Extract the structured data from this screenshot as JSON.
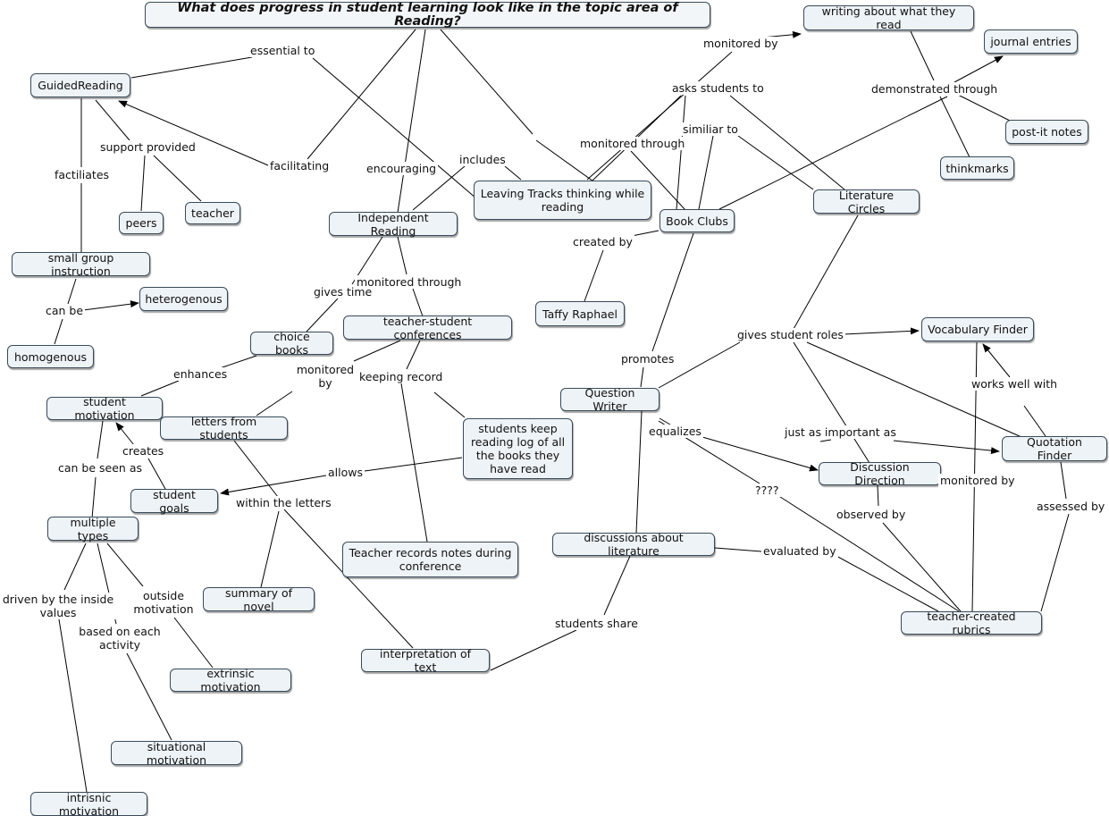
{
  "nodes": {
    "title": "What does progress in student learning look like in the topic area of Reading?",
    "guided_reading": "GuidedReading",
    "peers": "peers",
    "teacher": "teacher",
    "small_group": "small group instruction",
    "heterogenous": "heterogenous",
    "homogenous": "homogenous",
    "independent_reading": "Independent Reading",
    "choice_books": "choice books",
    "conferences": "teacher-student conferences",
    "student_motivation": "student motivation",
    "letters_from_students": "letters from students",
    "reading_log": "students keep reading log of all the books they have read",
    "student_goals": "student goals",
    "multiple_types": "multiple types",
    "teacher_records": "Teacher records notes during conference",
    "summary_of_novel": "summary of novel",
    "extrinsic": "extrinsic motivation",
    "interpretation": "interpretation of text",
    "situational": "situational motivation",
    "intrinsic": "intrisnic motivation",
    "leaving_tracks": "Leaving Tracks thinking while reading",
    "book_clubs": "Book Clubs",
    "taffy": "Taffy Raphael",
    "writing_about": "writing about what they read",
    "journal": "journal entries",
    "postit": "post-it notes",
    "thinkmarks": "thinkmarks",
    "lit_circles": "Literature Circles",
    "vocab_finder": "Vocabulary Finder",
    "question_writer": "Question Writer",
    "quotation_finder": "Quotation Finder",
    "discussion_direction": "Discussion Direction",
    "discussions_lit": "discussions about literature",
    "rubrics": "teacher-created rubrics"
  },
  "links": {
    "essential_to": "essential to",
    "facilitating": "facilitating",
    "encouraging": "encouraging",
    "includes": "includes",
    "factiliates": "factiliates",
    "support_provided": "support provided",
    "can_be": "can be",
    "gives_time": "gives time",
    "monitored_through_1": "monitored through",
    "enhances": "enhances",
    "monitored_by_1": "monitored by",
    "keeping_record": "keeping record",
    "creates": "creates",
    "can_be_seen_as": "can be seen as",
    "allows": "allows",
    "within_letters": "within the letters",
    "driven_by": "driven by the inside values",
    "based_on": "based on each activity",
    "outside_motivation": "outside motivation",
    "monitored_by_2": "monitored by",
    "asks_students_to": "asks students to",
    "monitored_through_2": "monitored through",
    "similiar_to": "similiar to",
    "created_by": "created by",
    "demonstrated_through": "demonstrated through",
    "promotes": "promotes",
    "gives_student_roles": "gives student roles",
    "works_well_with": "works well with",
    "equalizes": "equalizes",
    "just_as_important": "just as important as",
    "qqqq": "????",
    "monitored_by_3": "monitored by",
    "observed_by": "observed by",
    "assessed_by": "assessed by",
    "evaluated_by": "evaluated by",
    "students_share": "students share"
  }
}
